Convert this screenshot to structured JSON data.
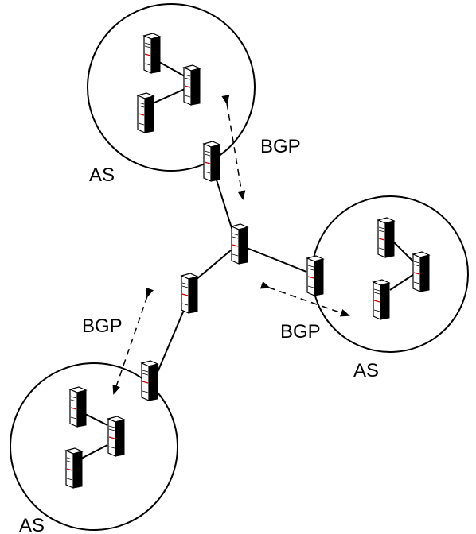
{
  "labels": {
    "as_top": "AS",
    "as_right": "AS",
    "as_bottom": "AS",
    "bgp_top": "BGP",
    "bgp_right": "BGP",
    "bgp_left": "BGP"
  },
  "colors": {
    "stroke": "#000000",
    "server_light": "#ffffff",
    "server_dark": "#000000",
    "server_led": "#cc0000"
  },
  "icons": [
    "server-icon"
  ]
}
